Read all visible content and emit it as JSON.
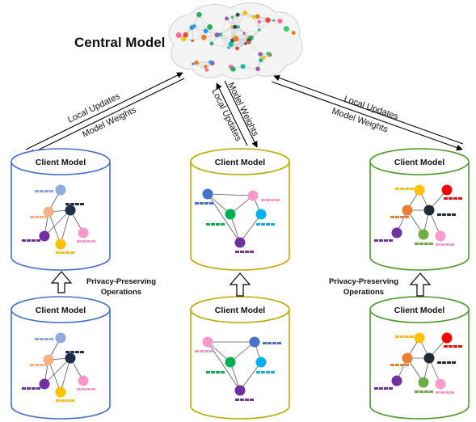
{
  "central": {
    "title": "Central Model"
  },
  "links": {
    "local_updates": "Local Updates",
    "model_weights": "Model Weights"
  },
  "client_label": "Client Model",
  "privacy_label": [
    "Privacy-Preserving",
    "Operations"
  ],
  "colors": {
    "blue_cylinder": "#4472c4",
    "yellow_cylinder": "#bfa800",
    "green_cylinder": "#4c9a2a",
    "node_light_blue": "#8faadc",
    "node_orange": "#f4b183",
    "node_navy": "#1f2d4d",
    "node_purple": "#7030a0",
    "node_gold": "#ffc000",
    "node_pink": "#ff99cc",
    "node_blue": "#4472c4",
    "node_green": "#00b050",
    "node_cyan": "#00b0f0",
    "node_red": "#ff0000",
    "node_lime": "#70ad47",
    "node_dark_orange": "#ed7d31",
    "node_dark": "#222a35"
  }
}
